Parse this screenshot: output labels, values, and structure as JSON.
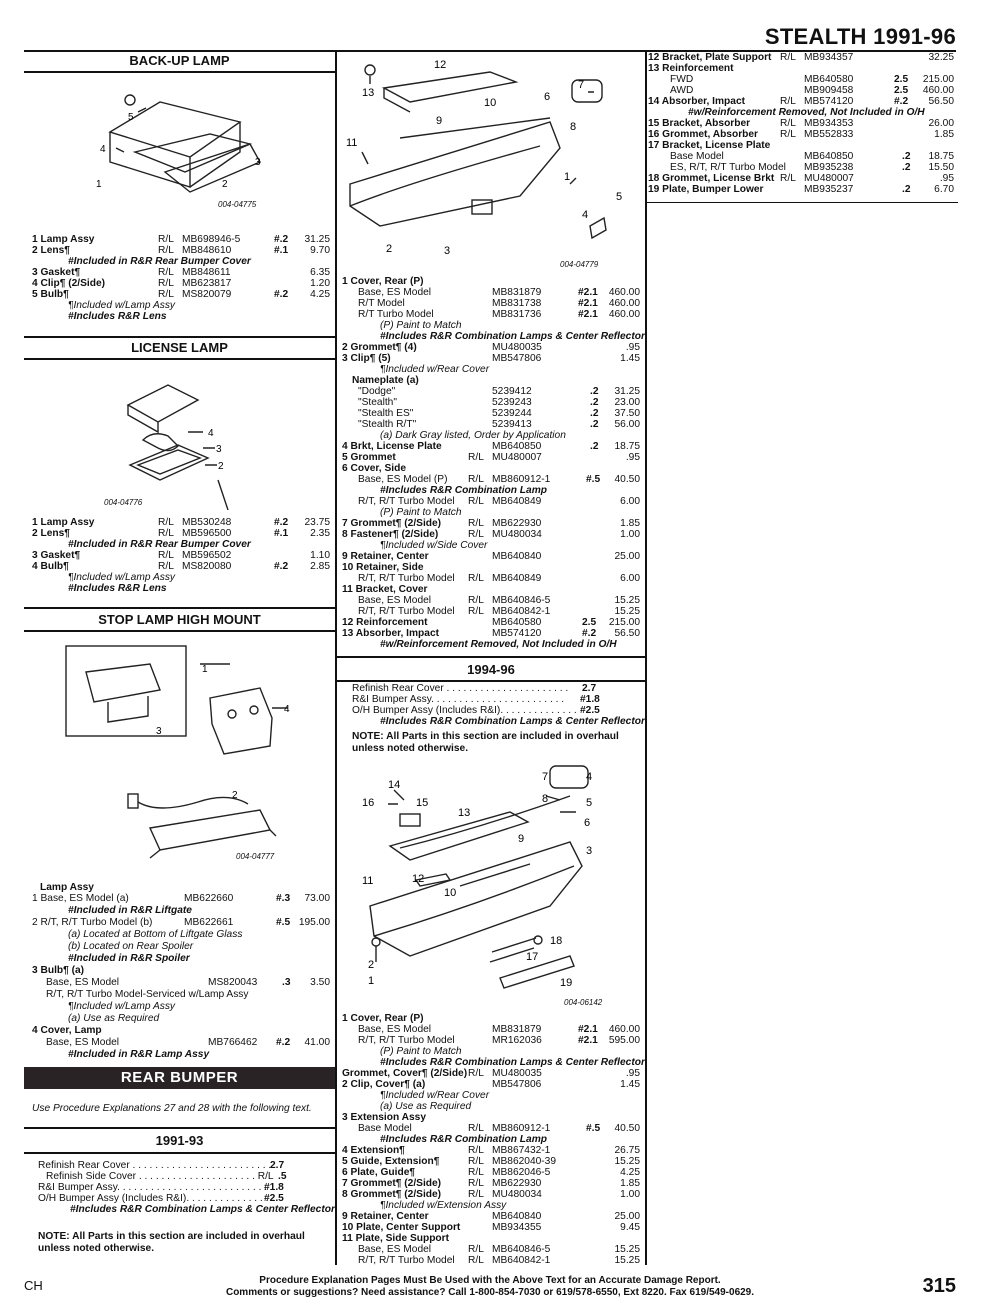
{
  "header": {
    "title": "STEALTH 1991-96"
  },
  "left": {
    "backup": {
      "title": "BACK-UP LAMP",
      "fig": "004-04775",
      "rows": [
        [
          "1 Lamp Assy",
          "R/L",
          "MB698946-5",
          "#.2",
          "31.25"
        ],
        [
          "2 Lens¶",
          "R/L",
          "MB848610",
          "#.1",
          "9.70"
        ],
        [
          "#Included in R&R Rear Bumper Cover",
          "",
          "",
          "",
          ""
        ],
        [
          "3 Gasket¶",
          "R/L",
          "MB848611",
          "",
          "6.35"
        ],
        [
          "4 Clip¶ (2/Side)",
          "R/L",
          "MB623817",
          "",
          "1.20"
        ],
        [
          "5 Bulb¶",
          "R/L",
          "MS820079",
          "#.2",
          "4.25"
        ],
        [
          "¶Included w/Lamp Assy",
          "",
          "",
          "",
          ""
        ],
        [
          "#Includes R&R Lens",
          "",
          "",
          "",
          ""
        ]
      ]
    },
    "license": {
      "title": "LICENSE LAMP",
      "fig": "004-04776",
      "rows": [
        [
          "1 Lamp Assy",
          "R/L",
          "MB530248",
          "#.2",
          "23.75"
        ],
        [
          "2 Lens¶",
          "R/L",
          "MB596500",
          "#.1",
          "2.35"
        ],
        [
          "#Included in R&R Rear Bumper Cover",
          "",
          "",
          "",
          ""
        ],
        [
          "3 Gasket¶",
          "R/L",
          "MB596502",
          "",
          "1.10"
        ],
        [
          "4 Bulb¶",
          "R/L",
          "MS820080",
          "#.2",
          "2.85"
        ],
        [
          "¶Included w/Lamp Assy",
          "",
          "",
          "",
          ""
        ],
        [
          "#Includes R&R Lens",
          "",
          "",
          "",
          ""
        ]
      ]
    },
    "stop": {
      "title": "STOP LAMP HIGH MOUNT",
      "fig": "004-04777",
      "rows": [
        [
          "Lamp Assy",
          "",
          "",
          "",
          ""
        ],
        [
          "1   Base, ES Model (a)",
          "",
          "MB622660",
          "#.3",
          "73.00"
        ],
        [
          "#Included in R&R Liftgate",
          "",
          "",
          "",
          ""
        ],
        [
          "2   R/T, R/T Turbo Model (b)",
          "",
          "MB622661",
          "#.5",
          "195.00"
        ],
        [
          "(a) Located at Bottom of Liftgate Glass",
          "",
          "",
          "",
          ""
        ],
        [
          "(b) Located on Rear Spoiler",
          "",
          "",
          "",
          ""
        ],
        [
          "#Included in R&R Spoiler",
          "",
          "",
          "",
          ""
        ],
        [
          "3 Bulb¶ (a)",
          "",
          "",
          "",
          ""
        ],
        [
          "Base, ES Model",
          "",
          "MS820043",
          ".3",
          "3.50"
        ],
        [
          "R/T, R/T Turbo Model-Serviced w/Lamp Assy",
          "",
          "",
          "",
          ""
        ],
        [
          "¶Included w/Lamp Assy",
          "",
          "",
          "",
          ""
        ],
        [
          "(a) Use as Required",
          "",
          "",
          "",
          ""
        ],
        [
          "4 Cover, Lamp",
          "",
          "",
          "",
          ""
        ],
        [
          "Base, ES Model",
          "",
          "MB766462",
          "#.2",
          "41.00"
        ],
        [
          "#Included in R&R Lamp Assy",
          "",
          "",
          "",
          ""
        ]
      ]
    },
    "rear_bumper": {
      "title": "REAR BUMPER",
      "note": "Use Procedure Explanations 27 and 28 with the following text."
    },
    "y9193": {
      "title": "1991-93",
      "rows": [
        [
          "Refinish Rear Cover . . . . . . . . . . . . . . . . . . . . . . . . .",
          "",
          "2.7"
        ],
        [
          "Refinish Side Cover . . . . . . . . . . . . . . . . . . . . . R/L",
          "",
          ".5"
        ],
        [
          "R&I Bumper Assy. . . . . . . . . . . . . . . . . . . . . . . . . . .",
          "",
          "#1.8"
        ],
        [
          "O/H Bumper Assy (Includes R&I). . . . . . . . . . . . . . . .",
          "",
          "#2.5"
        ],
        [
          "#Includes R&R Combination Lamps & Center Reflector",
          "",
          ""
        ]
      ],
      "note": "NOTE: All Parts in this section are included in overhaul unless noted otherwise."
    }
  },
  "middle": {
    "fig1": "004-04779",
    "rows": [
      [
        "1 Cover, Rear (P)",
        "",
        "",
        "",
        ""
      ],
      [
        "Base, ES Model",
        "",
        "MB831879",
        "#2.1",
        "460.00"
      ],
      [
        "R/T Model",
        "",
        "MB831738",
        "#2.1",
        "460.00"
      ],
      [
        "R/T Turbo Model",
        "",
        "MB831736",
        "#2.1",
        "460.00"
      ],
      [
        "(P) Paint to Match",
        "",
        "",
        "",
        ""
      ],
      [
        "#Includes R&R Combination Lamps & Center Reflector",
        "",
        "",
        "",
        ""
      ],
      [
        "2 Grommet¶ (4)",
        "",
        "MU480035",
        "",
        ".95"
      ],
      [
        "3 Clip¶ (5)",
        "",
        "MB547806",
        "",
        "1.45"
      ],
      [
        "¶Included w/Rear Cover",
        "",
        "",
        "",
        ""
      ],
      [
        "Nameplate (a)",
        "",
        "",
        "",
        ""
      ],
      [
        "\"Dodge\"",
        "",
        "5239412",
        ".2",
        "31.25"
      ],
      [
        "\"Stealth\"",
        "",
        "5239243",
        ".2",
        "23.00"
      ],
      [
        "\"Stealth ES\"",
        "",
        "5239244",
        ".2",
        "37.50"
      ],
      [
        "\"Stealth R/T\"",
        "",
        "5239413",
        ".2",
        "56.00"
      ],
      [
        "(a) Dark Gray listed, Order by Application",
        "",
        "",
        "",
        ""
      ],
      [
        "4 Brkt, License Plate",
        "",
        "MB640850",
        ".2",
        "18.75"
      ],
      [
        "5 Grommet",
        "R/L",
        "MU480007",
        "",
        ".95"
      ],
      [
        "6 Cover, Side",
        "",
        "",
        "",
        ""
      ],
      [
        "Base, ES Model (P)",
        "R/L",
        "MB860912-1",
        "#.5",
        "40.50"
      ],
      [
        "#Includes R&R Combination Lamp",
        "",
        "",
        "",
        ""
      ],
      [
        "R/T, R/T Turbo Model",
        "R/L",
        "MB640849",
        "",
        "6.00"
      ],
      [
        "(P) Paint to Match",
        "",
        "",
        "",
        ""
      ],
      [
        "7 Grommet¶ (2/Side)",
        "R/L",
        "MB622930",
        "",
        "1.85"
      ],
      [
        "8 Fastener¶ (2/Side)",
        "R/L",
        "MU480034",
        "",
        "1.00"
      ],
      [
        "¶Included w/Side Cover",
        "",
        "",
        "",
        ""
      ],
      [
        "9 Retainer, Center",
        "",
        "MB640840",
        "",
        "25.00"
      ],
      [
        "10 Retainer, Side",
        "",
        "",
        "",
        ""
      ],
      [
        "R/T, R/T Turbo Model",
        "R/L",
        "MB640849",
        "",
        "6.00"
      ],
      [
        "11 Bracket, Cover",
        "",
        "",
        "",
        ""
      ],
      [
        "Base, ES Model",
        "R/L",
        "MB640846-5",
        "",
        "15.25"
      ],
      [
        "R/T, R/T Turbo Model",
        "R/L",
        "MB640842-1",
        "",
        "15.25"
      ],
      [
        "12 Reinforcement",
        "",
        "MB640580",
        "2.5",
        "215.00"
      ],
      [
        "13 Absorber, Impact",
        "",
        "MB574120",
        "#.2",
        "56.50"
      ],
      [
        "#w/Reinforcement Removed, Not Included in O/H",
        "",
        "",
        "",
        ""
      ]
    ],
    "y9496": {
      "title": "1994-96",
      "rows": [
        [
          "Refinish Rear Cover . . . . . . . . . . . . . . . . . . . . . .",
          "2.7"
        ],
        [
          "R&I Bumper Assy. . . . . . . . . . . . . . . . . . . . . . . .",
          "#1.8"
        ],
        [
          "O/H Bumper Assy (Includes R&I). . . . . . . . . . . . . .",
          "#2.5"
        ],
        [
          "#Includes R&R Combination Lamps & Center Reflector",
          ""
        ]
      ],
      "note": "NOTE: All Parts in this section are included in overhaul unless noted otherwise.",
      "fig": "004-06142",
      "rows2": [
        [
          "1 Cover, Rear (P)",
          "",
          "",
          "",
          ""
        ],
        [
          "Base, ES Model",
          "",
          "MB831879",
          "#2.1",
          "460.00"
        ],
        [
          "R/T, R/T Turbo Model",
          "",
          "MR162036",
          "#2.1",
          "595.00"
        ],
        [
          "(P) Paint to Match",
          "",
          "",
          "",
          ""
        ],
        [
          "#Includes R&R Combination Lamps & Center Reflector",
          "",
          "",
          "",
          ""
        ],
        [
          "Grommet, Cover¶ (2/Side)",
          "R/L",
          "MU480035",
          "",
          ".95"
        ],
        [
          "2 Clip, Cover¶ (a)",
          "",
          "MB547806",
          "",
          "1.45"
        ],
        [
          "¶Included w/Rear Cover",
          "",
          "",
          "",
          ""
        ],
        [
          "(a) Use as Required",
          "",
          "",
          "",
          ""
        ],
        [
          "3 Extension Assy",
          "",
          "",
          "",
          ""
        ],
        [
          "Base Model",
          "R/L",
          "MB860912-1",
          "#.5",
          "40.50"
        ],
        [
          "#Includes R&R Combination Lamp",
          "",
          "",
          "",
          ""
        ],
        [
          "4 Extension¶",
          "R/L",
          "MB867432-1",
          "",
          "26.75"
        ],
        [
          "5 Guide, Extension¶",
          "R/L",
          "MB862040-39",
          "",
          "15.25"
        ],
        [
          "6 Plate, Guide¶",
          "R/L",
          "MB862046-5",
          "",
          "4.25"
        ],
        [
          "7 Grommet¶ (2/Side)",
          "R/L",
          "MB622930",
          "",
          "1.85"
        ],
        [
          "8 Grommet¶ (2/Side)",
          "R/L",
          "MU480034",
          "",
          "1.00"
        ],
        [
          "¶Included w/Extension Assy",
          "",
          "",
          "",
          ""
        ],
        [
          "9 Retainer, Center",
          "",
          "MB640840",
          "",
          "25.00"
        ],
        [
          "10 Plate, Center Support",
          "",
          "MB934355",
          "",
          "9.45"
        ],
        [
          "11 Plate, Side Support",
          "",
          "",
          "",
          ""
        ],
        [
          "Base, ES Model",
          "R/L",
          "MB640846-5",
          "",
          "15.25"
        ],
        [
          "R/T, R/T Turbo Model",
          "R/L",
          "MB640842-1",
          "",
          "15.25"
        ]
      ]
    }
  },
  "right": {
    "rows": [
      [
        "12 Bracket, Plate Support",
        "R/L",
        "MB934357",
        "",
        "32.25"
      ],
      [
        "13 Reinforcement",
        "",
        "",
        "",
        ""
      ],
      [
        "FWD",
        "",
        "MB640580",
        "2.5",
        "215.00"
      ],
      [
        "AWD",
        "",
        "MB909458",
        "2.5",
        "460.00"
      ],
      [
        "14 Absorber, Impact",
        "R/L",
        "MB574120",
        "#.2",
        "56.50"
      ],
      [
        "#w/Reinforcement Removed, Not Included in O/H",
        "",
        "",
        "",
        ""
      ],
      [
        "15 Bracket, Absorber",
        "R/L",
        "MB934353",
        "",
        "26.00"
      ],
      [
        "16 Grommet, Absorber",
        "R/L",
        "MB552833",
        "",
        "1.85"
      ],
      [
        "17 Bracket, License Plate",
        "",
        "",
        "",
        ""
      ],
      [
        "Base Model",
        "",
        "MB640850",
        ".2",
        "18.75"
      ],
      [
        "ES, R/T, R/T Turbo Model",
        "",
        "MB935238",
        ".2",
        "15.50"
      ],
      [
        "18 Grommet, License Brkt",
        "R/L",
        "MU480007",
        "",
        ".95"
      ],
      [
        "19 Plate, Bumper Lower",
        "",
        "MB935237",
        ".2",
        "6.70"
      ]
    ]
  },
  "footer": {
    "left": "CH",
    "line1": "Procedure Explanation Pages Must Be Used with the Above Text for an Accurate Damage Report.",
    "line2": "Comments or suggestions? Need assistance? Call 1-800-854-7030 or 619/578-6550, Ext 8220. Fax 619/549-0629.",
    "page": "315"
  }
}
